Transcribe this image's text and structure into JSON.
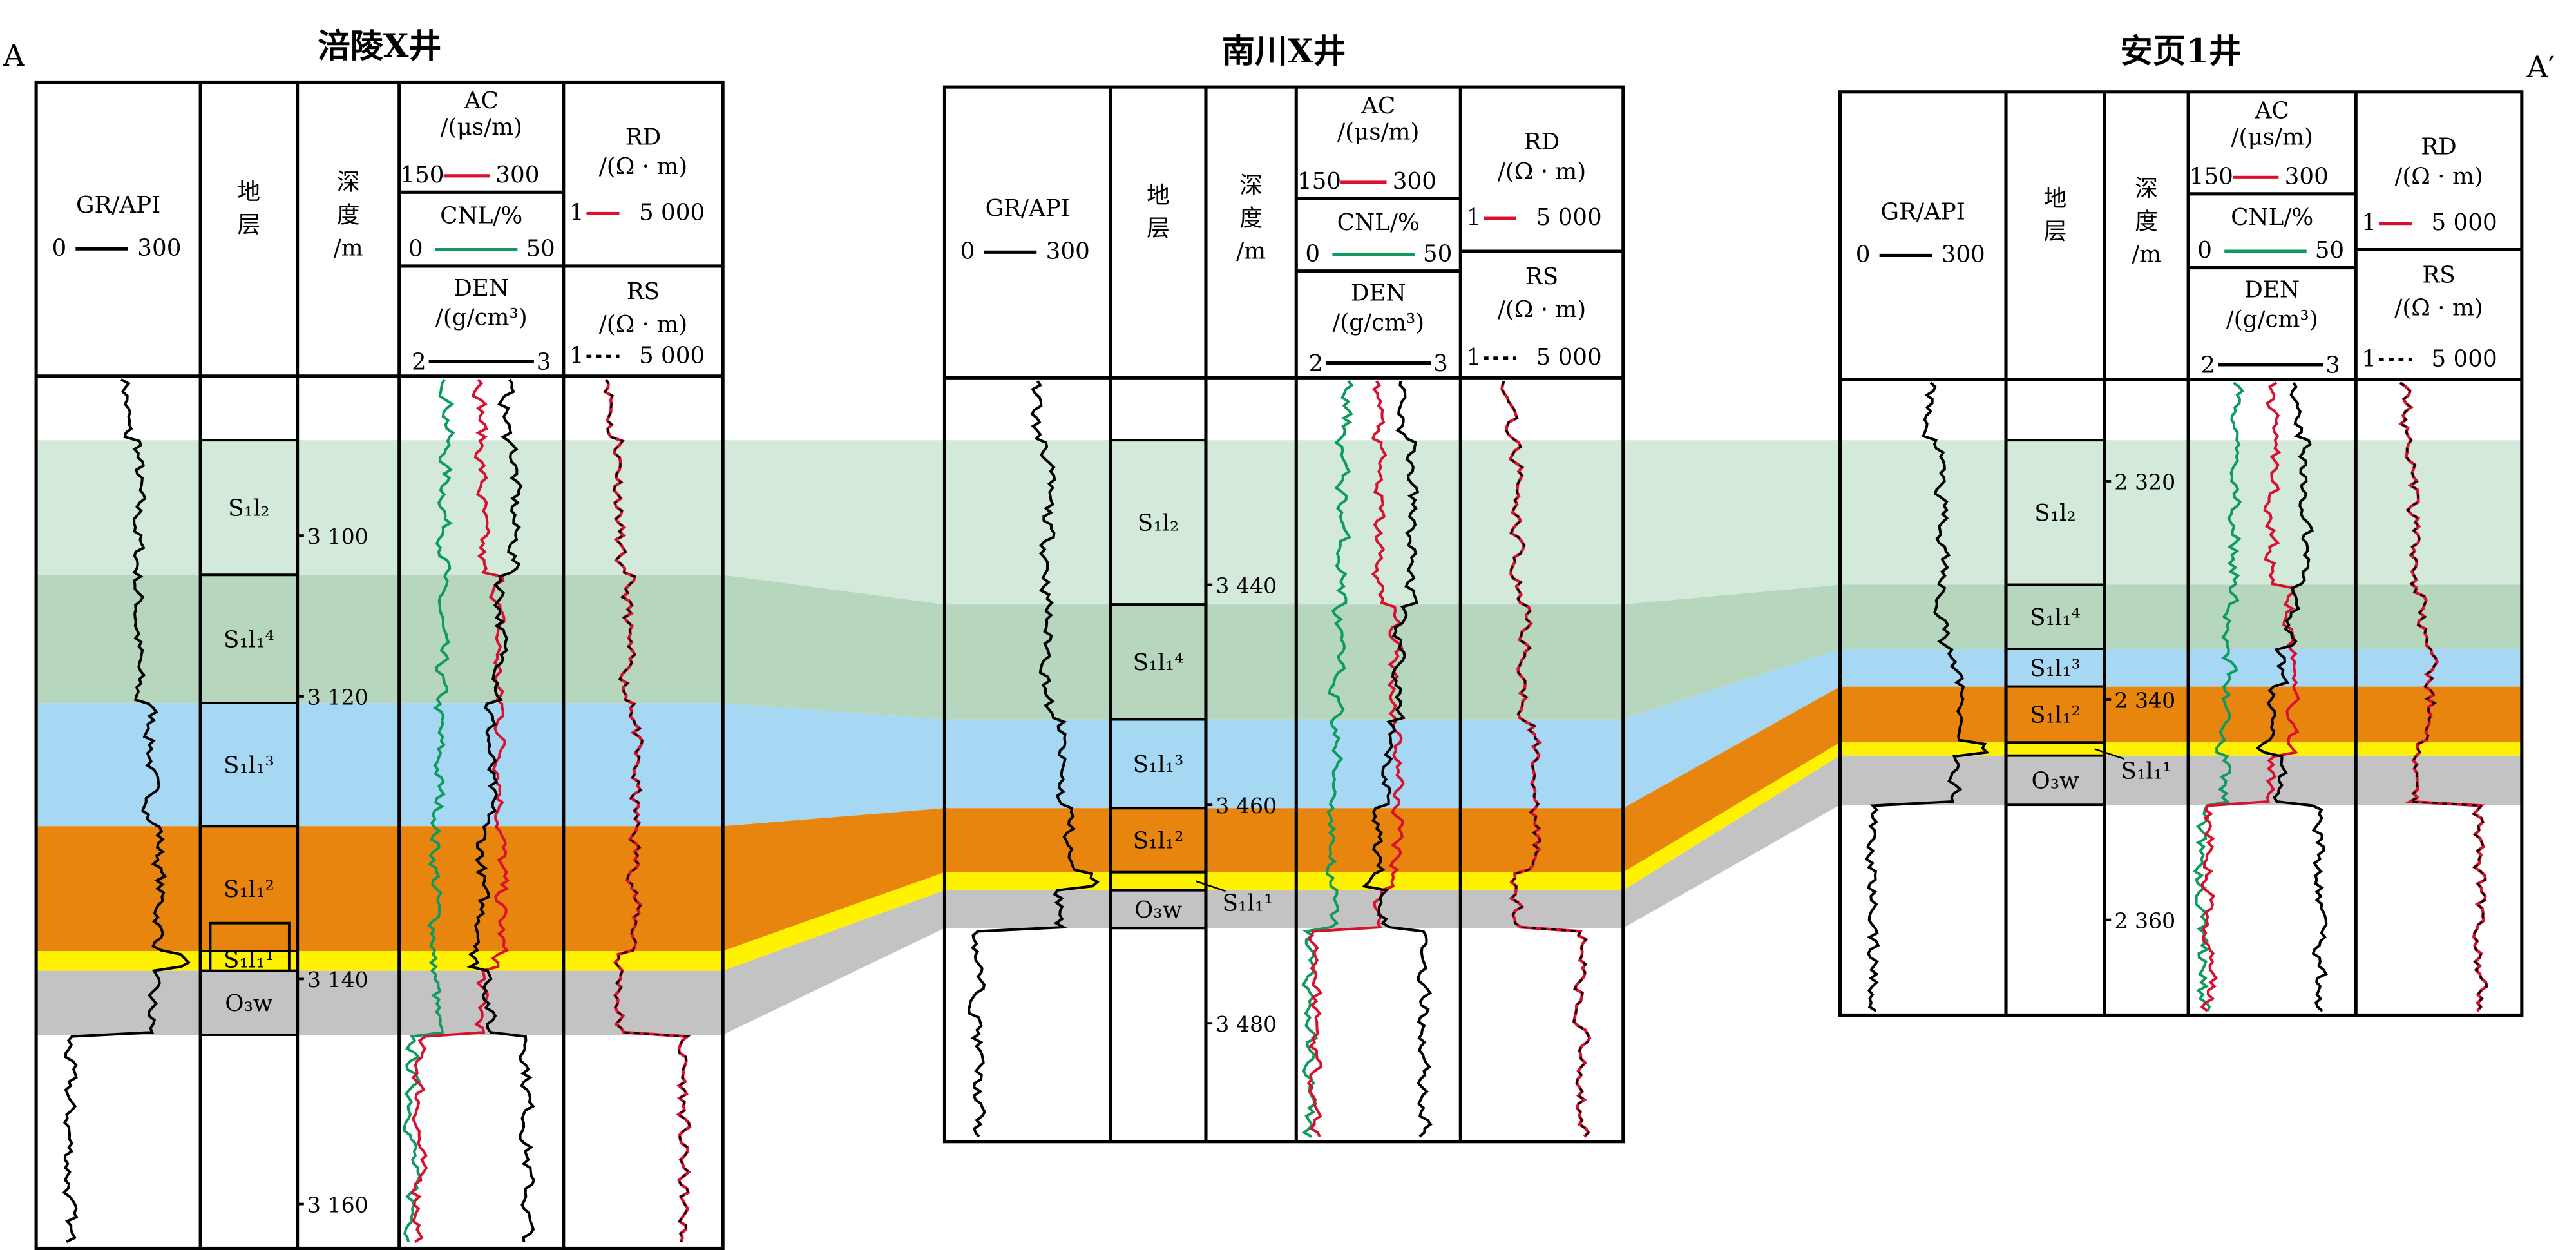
{
  "section": {
    "start_label": "A",
    "end_label": "A′"
  },
  "colors": {
    "S1l2": "#d3e9da",
    "S1l1_4": "#b6d7be",
    "S1l1_3": "#a7d8f3",
    "S1l1_2": "#e8850e",
    "S1l1_1": "#fff200",
    "O3w": "#c3c3c3",
    "gr_curve": "#000000",
    "ac_curve": "#d9102f",
    "cnl_curve": "#0f9a60",
    "den_curve": "#000000",
    "rd_curve": "#d9102f",
    "rs_curve": "#000000"
  },
  "headers": {
    "gr": "GR/API",
    "gr_min": "0",
    "gr_max": "300",
    "strata": "地层",
    "strata_1": "地",
    "strata_2": "层",
    "depth_1": "深",
    "depth_2": "度",
    "depth_3": "/m",
    "ac": "AC",
    "ac_unit": "/(μs/m)",
    "ac_min": "150",
    "ac_max": "300",
    "cnl": "CNL/%",
    "cnl_min": "0",
    "cnl_max": "50",
    "den": "DEN",
    "den_unit": "/(g/cm³)",
    "den_min": "2",
    "den_max": "3",
    "rd": "RD",
    "rd_unit": "/(Ω · m)",
    "rd_min": "1",
    "rd_max": "5 000",
    "rs": "RS",
    "rs_unit": "/(Ω · m)",
    "rs_min": "1",
    "rs_max": "5 000"
  },
  "layers": [
    {
      "key": "S1l2",
      "label": "S₁l₂"
    },
    {
      "key": "S1l1_4",
      "label": "S₁l₁⁴"
    },
    {
      "key": "S1l1_3",
      "label": "S₁l₁³"
    },
    {
      "key": "S1l1_2",
      "label": "S₁l₁²"
    },
    {
      "key": "S1l1_1",
      "label": "S₁l₁¹"
    },
    {
      "key": "O3w",
      "label": "O₃w"
    }
  ],
  "wells": [
    {
      "name": "涪陵X井",
      "depth_ticks": [
        "3 100",
        "3 120",
        "3 140",
        "3 160"
      ]
    },
    {
      "name": "南川X井",
      "depth_ticks": [
        "3 440",
        "3 460",
        "3 480"
      ]
    },
    {
      "name": "安页1井",
      "depth_ticks": [
        "2 320",
        "2 340",
        "2 360"
      ]
    }
  ]
}
